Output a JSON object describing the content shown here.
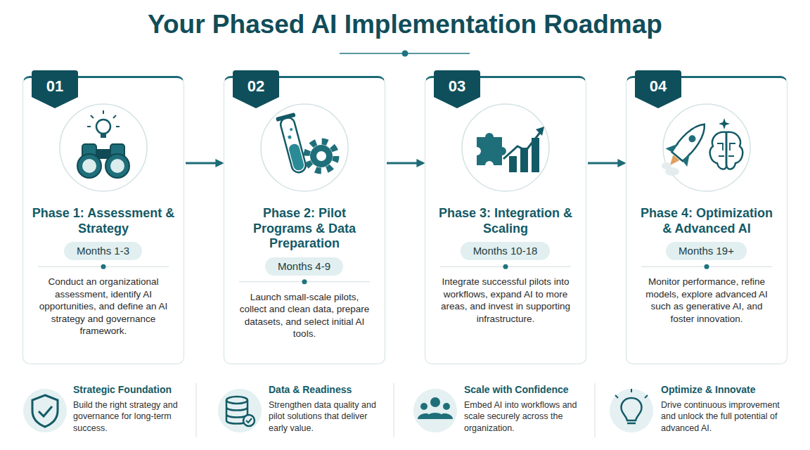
{
  "diagram": {
    "title": "Your Phased AI Implementation Roadmap",
    "nodes": [
      {
        "text": [
          "Phase 1: Assessment & Strategy",
          "Conduct an organizational assessment, identify AI opportunities, and define an AI strategy and governance framework."
        ]
      },
      {
        "text": [
          "01"
        ],
        "in": 0
      },
      {
        "text": [
          "Months 1-3"
        ],
        "in": 0
      },
      {
        "text": [
          "Phase 2: Pilot Programs & Data Preparation",
          "Launch small-scale pilots, collect and clean data, prepare datasets, and select initial AI tools."
        ]
      },
      {
        "text": [
          "02"
        ],
        "in": 3
      },
      {
        "text": [
          "Months 4-9"
        ],
        "in": 3
      },
      {
        "text": [
          "Phase 3: Integration & Scaling",
          "Integrate successful pilots into workflows, expand AI to more areas, and invest in supporting infrastructure."
        ]
      },
      {
        "text": [
          "03"
        ],
        "in": 6
      },
      {
        "text": [
          "Months 10-18"
        ],
        "in": 6
      },
      {
        "text": [
          "Phase 4: Optimization & Advanced AI",
          "Monitor performance, refine models, explore advanced AI such as generative AI, and foster innovation."
        ]
      },
      {
        "text": [
          "04"
        ],
        "in": 9
      },
      {
        "text": [
          "Months 19+"
        ],
        "in": 9
      }
    ],
    "edges": [
      {
        "from": 0,
        "to": 3,
        "arrow": "to"
      },
      {
        "from": 3,
        "to": 6,
        "arrow": "to"
      },
      {
        "from": 6,
        "to": 9,
        "arrow": "to"
      }
    ],
    "labels": [
      "Strategic Foundation",
      "Build the right strategy and governance for long-term success.",
      "Data & Readiness",
      "Strengthen data quality and pilot solutions that deliver early value.",
      "Scale with Confidence",
      "Embed AI into workflows and scale securely across the organization.",
      "Optimize & Innovate",
      "Drive continuous improvement and unlock the full potential of advanced AI."
    ]
  }
}
